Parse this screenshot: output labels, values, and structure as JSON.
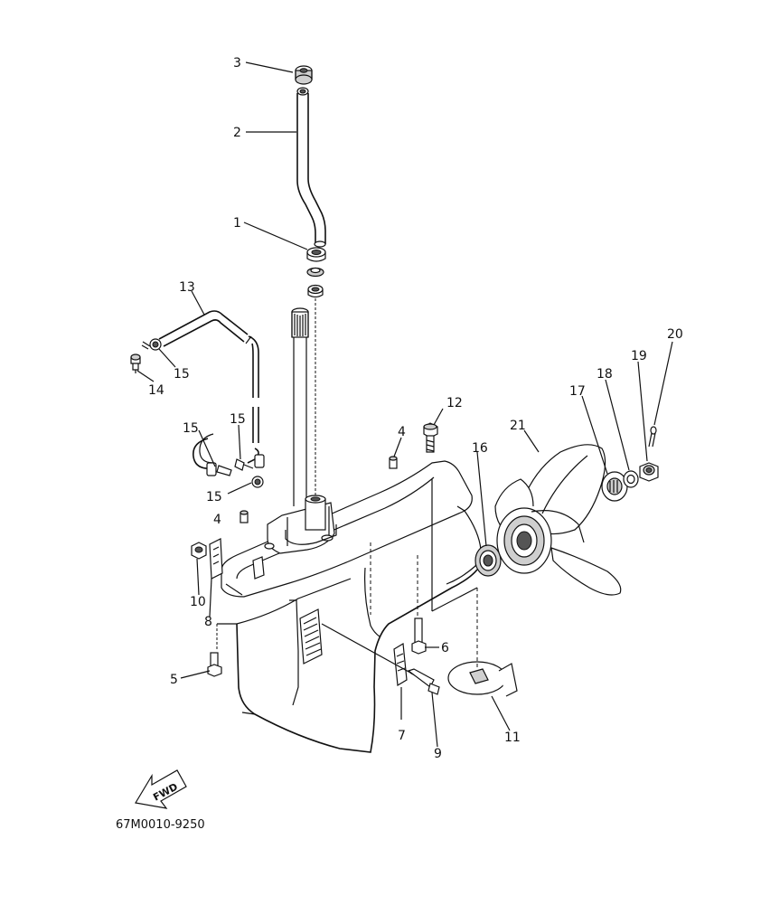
{
  "callouts": [
    {
      "key": "c3",
      "text": "3"
    },
    {
      "key": "c2",
      "text": "2"
    },
    {
      "key": "c1",
      "text": "1"
    },
    {
      "key": "c13",
      "text": "13"
    },
    {
      "key": "c15a",
      "text": "15"
    },
    {
      "key": "c14",
      "text": "14"
    },
    {
      "key": "c15b",
      "text": "15"
    },
    {
      "key": "c15c",
      "text": "15"
    },
    {
      "key": "c15d",
      "text": "15"
    },
    {
      "key": "c4a",
      "text": "4"
    },
    {
      "key": "c4b",
      "text": "4"
    },
    {
      "key": "c12",
      "text": "12"
    },
    {
      "key": "c16",
      "text": "16"
    },
    {
      "key": "c21",
      "text": "21"
    },
    {
      "key": "c17",
      "text": "17"
    },
    {
      "key": "c18",
      "text": "18"
    },
    {
      "key": "c19",
      "text": "19"
    },
    {
      "key": "c20",
      "text": "20"
    },
    {
      "key": "c10",
      "text": "10"
    },
    {
      "key": "c8",
      "text": "8"
    },
    {
      "key": "c5",
      "text": "5"
    },
    {
      "key": "c6",
      "text": "6"
    },
    {
      "key": "c7",
      "text": "7"
    },
    {
      "key": "c9",
      "text": "9"
    },
    {
      "key": "c11",
      "text": "11"
    }
  ],
  "fwd_label": "FWD",
  "diagram_code": "67M0010-9250"
}
